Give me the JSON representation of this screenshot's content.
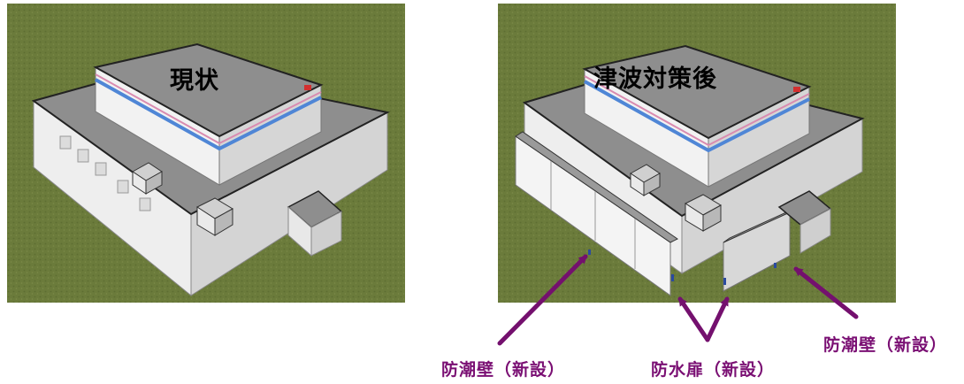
{
  "panels": {
    "left": {
      "title": "現状"
    },
    "right": {
      "title": "津波対策後"
    }
  },
  "annotations": {
    "seawall_left": "防潮壁（新設）",
    "watertight_door": "防水扉（新設）",
    "seawall_right": "防潮壁（新設）"
  },
  "colors": {
    "ground": "#6a7a3a",
    "roof": "#8e8e8e",
    "wall": "#f2f2f2",
    "stripe_blue": "#4f86d6",
    "stripe_pink": "#d98bb0",
    "arrow": "#74106e"
  }
}
